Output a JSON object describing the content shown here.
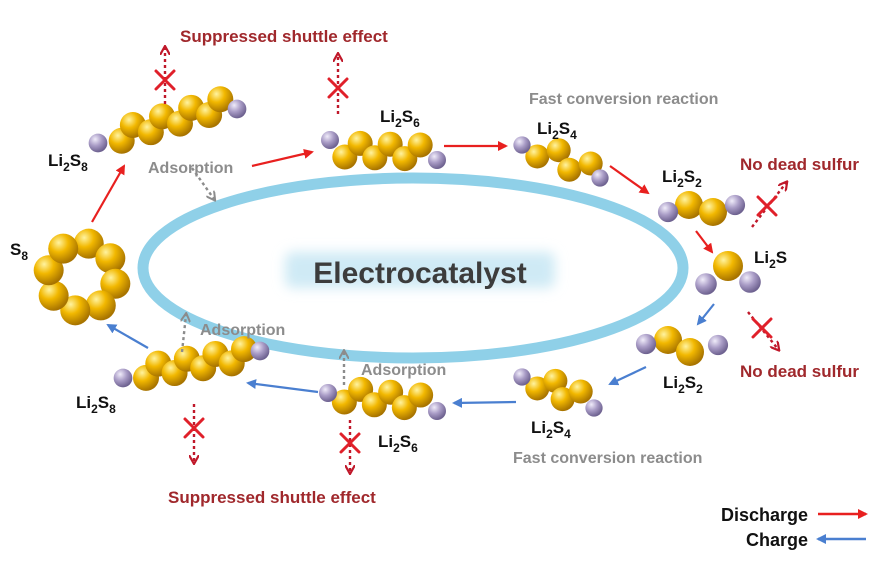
{
  "center_label": "Electrocatalyst",
  "colors": {
    "discharge": "#e8201f",
    "charge": "#4a7fd0",
    "ring": "#8fd0e8",
    "sulfur": "#f0b400",
    "lithium": "#a99cc6",
    "annotation_red": "#a0282c",
    "annotation_gray": "#8c8c8c"
  },
  "annotations": {
    "shuttle_top": "Suppressed shuttle effect",
    "shuttle_bottom": "Suppressed shuttle effect",
    "fast_top": "Fast conversion reaction",
    "fast_bottom": "Fast conversion reaction",
    "dead_sulfur_1": "No dead sulfur",
    "dead_sulfur_2": "No dead sulfur",
    "adsorption_1": "Adsorption",
    "adsorption_2": "Adsorption",
    "adsorption_3": "Adsorption"
  },
  "species": {
    "s8": {
      "base": "S",
      "sub": "8"
    },
    "li2s8_top": {
      "base": "Li",
      "sub1": "2",
      "mid": "S",
      "sub2": "8"
    },
    "li2s6_top": {
      "base": "Li",
      "sub1": "2",
      "mid": "S",
      "sub2": "6"
    },
    "li2s4_top": {
      "base": "Li",
      "sub1": "2",
      "mid": "S",
      "sub2": "4"
    },
    "li2s2_top": {
      "base": "Li",
      "sub1": "2",
      "mid": "S",
      "sub2": "2"
    },
    "li2s": {
      "base": "Li",
      "sub1": "2",
      "mid": "S",
      "sub2": ""
    },
    "li2s2_bottom": {
      "base": "Li",
      "sub1": "2",
      "mid": "S",
      "sub2": "2"
    },
    "li2s4_bottom": {
      "base": "Li",
      "sub1": "2",
      "mid": "S",
      "sub2": "4"
    },
    "li2s6_bottom": {
      "base": "Li",
      "sub1": "2",
      "mid": "S",
      "sub2": "6"
    },
    "li2s8_bottom": {
      "base": "Li",
      "sub1": "2",
      "mid": "S",
      "sub2": "8"
    }
  },
  "legend": {
    "discharge": "Discharge",
    "charge": "Charge"
  }
}
